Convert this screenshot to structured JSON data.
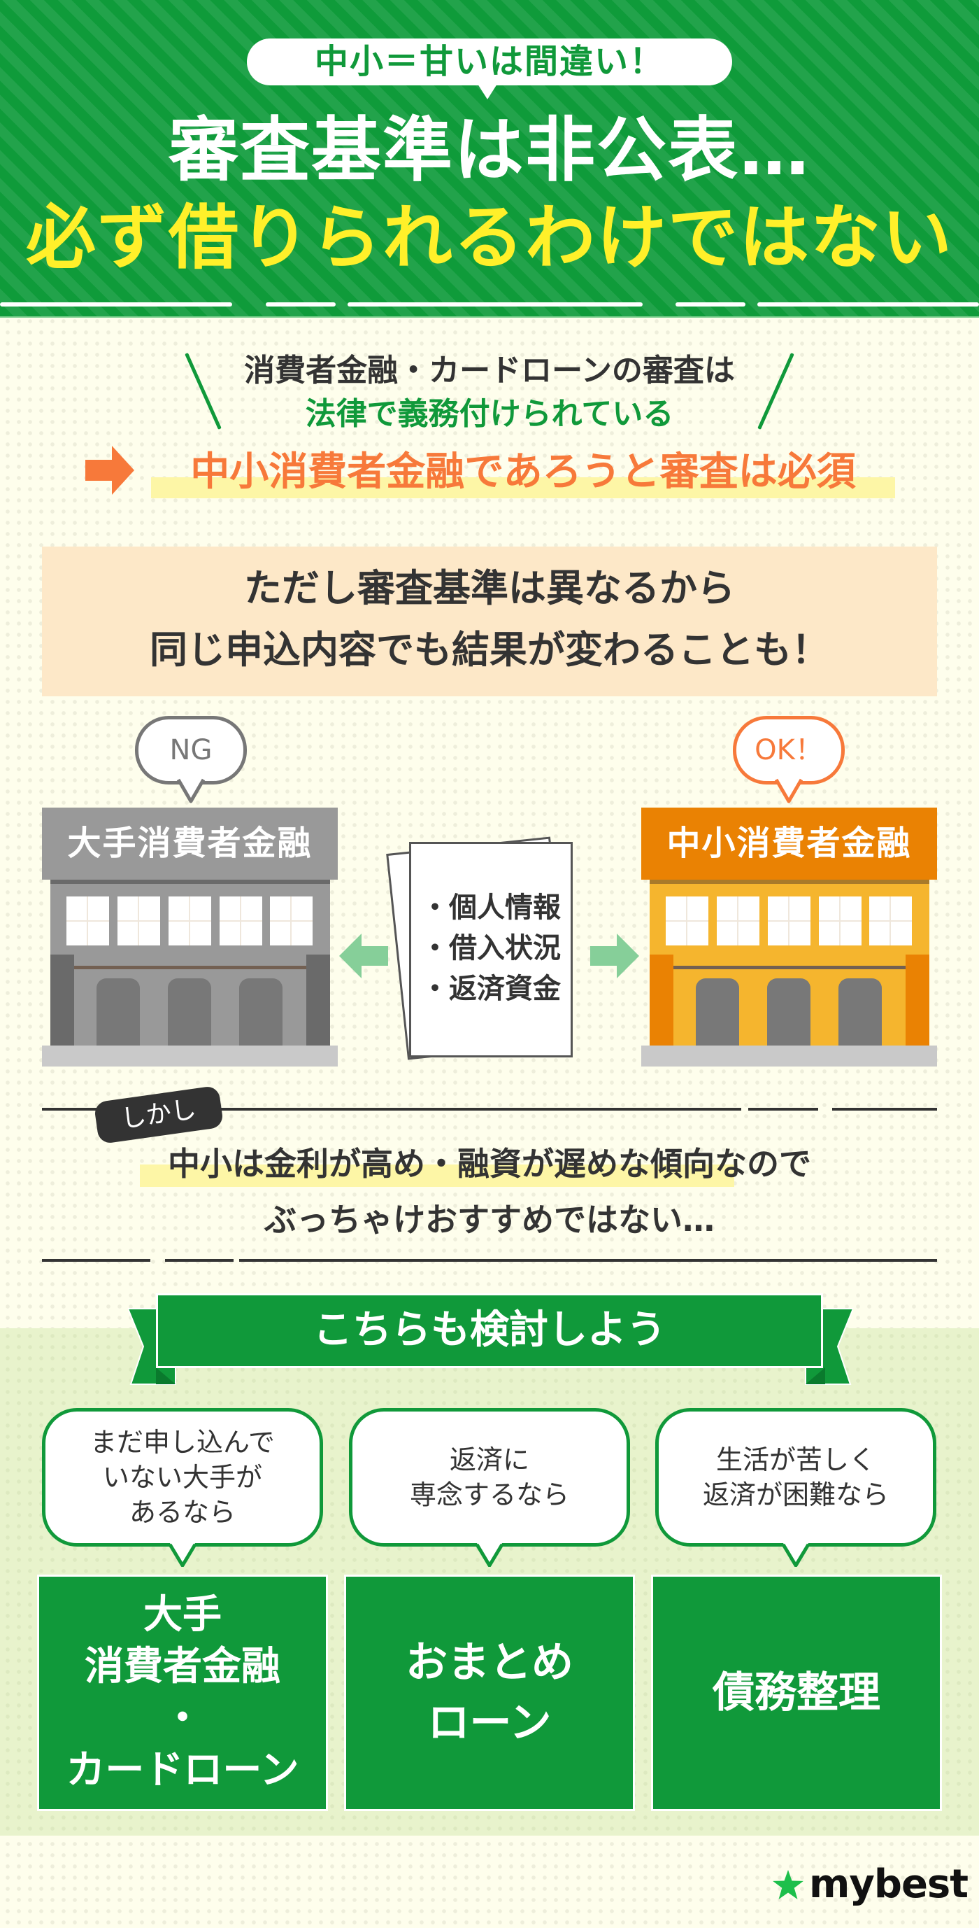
{
  "header": {
    "badge": "中小＝甘いは間違い！",
    "title_line1": "審査基準は非公表…",
    "title_line2": "必ず借りられるわけではない",
    "colors": {
      "green_dark": "#0f9b3a",
      "green_light": "#22a34b",
      "yellow": "#fff02a"
    }
  },
  "law_section": {
    "line1": "消費者金融・カードローンの審査は",
    "line2": "法律で義務付けられている",
    "arrow_icon": "right-arrow-icon",
    "conclusion": "中小消費者金融であろうと審査は必須",
    "colors": {
      "accent_orange": "#f7793a",
      "highlight": "#fdf6a6"
    }
  },
  "criteria_section": {
    "line1": "ただし審査基準は異なるから",
    "line2": "同じ申込内容でも結果が変わることも！"
  },
  "comparison": {
    "left": {
      "bubble": "NG",
      "sign": "大手消費者金融",
      "color": "#999999"
    },
    "document": {
      "items": [
        "・個人情報",
        "・借入状況",
        "・返済資金"
      ]
    },
    "right": {
      "bubble": "OK！",
      "sign": "中小消費者金融",
      "color": "#ea8203"
    }
  },
  "however_section": {
    "tag": "しかし",
    "line1": "中小は金利が高め・融資が遅めな傾向なので",
    "line2": "ぶっちゃけおすすめではない…"
  },
  "consider_section": {
    "banner": "こちらも検討しよう",
    "options": [
      {
        "condition": "まだ申し込んで\nいない大手が\nあるなら",
        "answer": "大手\n消費者金融\n・\nカードローン"
      },
      {
        "condition": "返済に\n専念するなら",
        "answer": "おまとめ\nローン"
      },
      {
        "condition": "生活が苦しく\n返済が困難なら",
        "answer": "債務整理"
      }
    ]
  },
  "footer": {
    "logo_text": "mybest",
    "logo_icon": "star-icon",
    "logo_color": "#1dbf4b"
  }
}
